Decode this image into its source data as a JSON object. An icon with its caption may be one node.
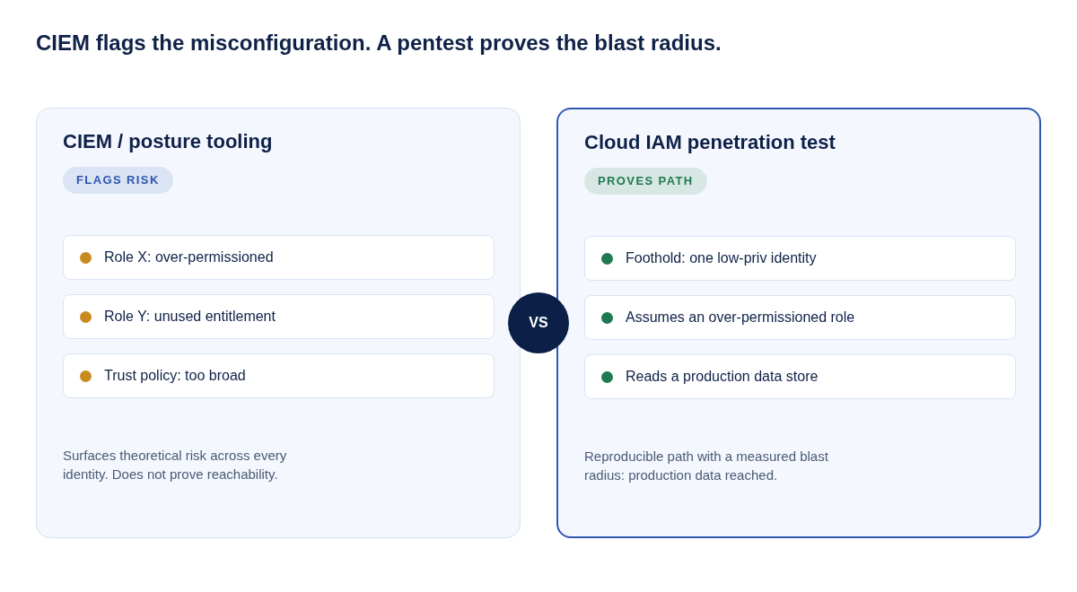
{
  "diagram": {
    "title": "CIEM flags the misconfiguration. A pentest proves the blast radius.",
    "nodes": [
      {
        "text": [
          "CIEM / posture tooling",
          "Surfaces theoretical risk across every identity. Does not prove reachability."
        ]
      },
      {
        "text": [
          "FLAGS RISK"
        ],
        "in": 0
      },
      {
        "text": [
          "Role X: over-permissioned"
        ],
        "in": 0
      },
      {
        "text": [
          "Role Y: unused entitlement"
        ],
        "in": 0
      },
      {
        "text": [
          "Trust policy: too broad"
        ],
        "in": 0
      },
      {
        "text": [
          "VS"
        ]
      },
      {
        "text": [
          "Cloud IAM penetration test",
          "Reproducible path with a measured blast radius: production data reached."
        ]
      },
      {
        "text": [
          "PROVES PATH"
        ],
        "in": 6
      },
      {
        "text": [
          "Foothold: one low-priv identity"
        ],
        "in": 6
      },
      {
        "text": [
          "Assumes an over-permissioned role"
        ],
        "in": 6
      },
      {
        "text": [
          "Reads a production data store"
        ],
        "in": 6
      }
    ]
  }
}
